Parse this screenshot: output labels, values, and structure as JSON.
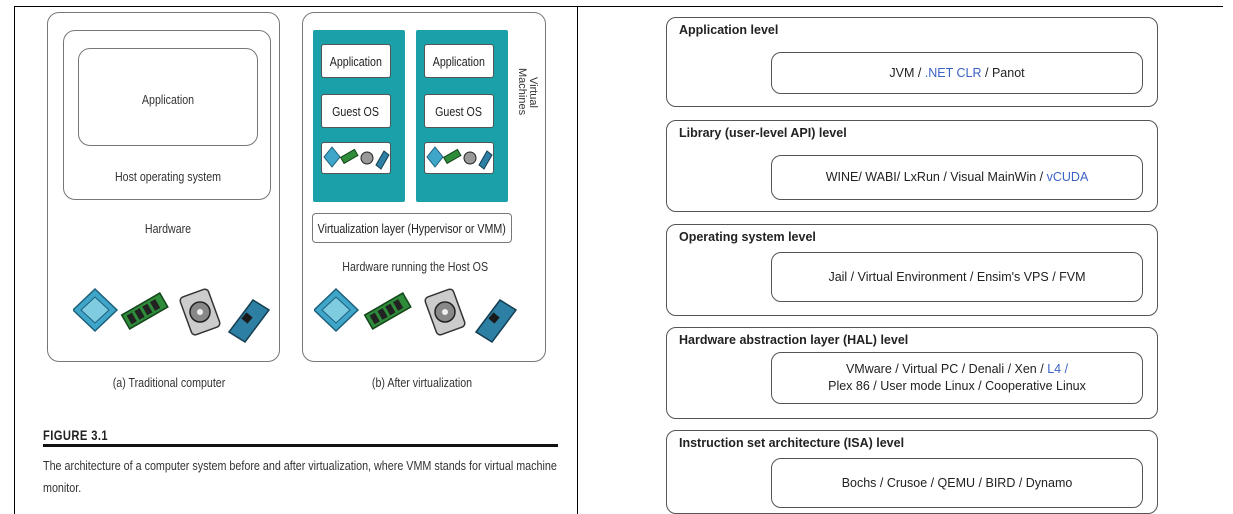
{
  "left_figure": {
    "traditional": {
      "application": "Application",
      "host_os": "Host operating system",
      "hardware": "Hardware",
      "caption": "(a) Traditional computer"
    },
    "virtualized": {
      "vm1_application": "Application",
      "vm1_guest_os": "Guest OS",
      "vm2_application": "Application",
      "vm2_guest_os": "Guest OS",
      "vm_label": "Virtual Machines",
      "virtualization_layer": "Virtualization layer (Hypervisor or VMM)",
      "hardware_host": "Hardware running the Host OS",
      "caption": "(b) After virtualization"
    },
    "figure_title": "FIGURE 3.1",
    "figure_caption_line1": "The architecture of a computer system before and after virtualization, where VMM stands for virtual machine",
    "figure_caption_line2": "monitor."
  },
  "right_figure": {
    "levels": [
      {
        "title": "Application level",
        "line1_a": "JVM / ",
        "line1_b": ".NET CLR",
        "line1_c": " / Panot",
        "line2": ""
      },
      {
        "title": "Library (user-level API) level",
        "line1_a": "WINE/ WABI/ LxRun / Visual MainWin / ",
        "line1_b": "vCUDA",
        "line1_c": "",
        "line2": ""
      },
      {
        "title": "Operating system level",
        "line1_a": "Jail / Virtual Environment / Ensim's VPS / FVM",
        "line1_b": "",
        "line1_c": "",
        "line2": ""
      },
      {
        "title": "Hardware abstraction layer (HAL) level",
        "line1_a": "VMware / Virtual PC / Denali / Xen / ",
        "line1_b": "L4 /",
        "line1_c": "",
        "line2": "Plex 86 / User mode Linux / Cooperative Linux"
      },
      {
        "title": "Instruction set architecture (ISA) level",
        "line1_a": "Bochs / Crusoe / QEMU / BIRD / Dynamo",
        "line1_b": "",
        "line1_c": "",
        "line2": ""
      }
    ]
  },
  "colors": {
    "vm_teal": "#19a0a8",
    "link_blue": "#3b63c4"
  },
  "icons": [
    "cpu-chip-icon",
    "memory-module-icon",
    "hard-disk-icon",
    "network-card-icon"
  ]
}
